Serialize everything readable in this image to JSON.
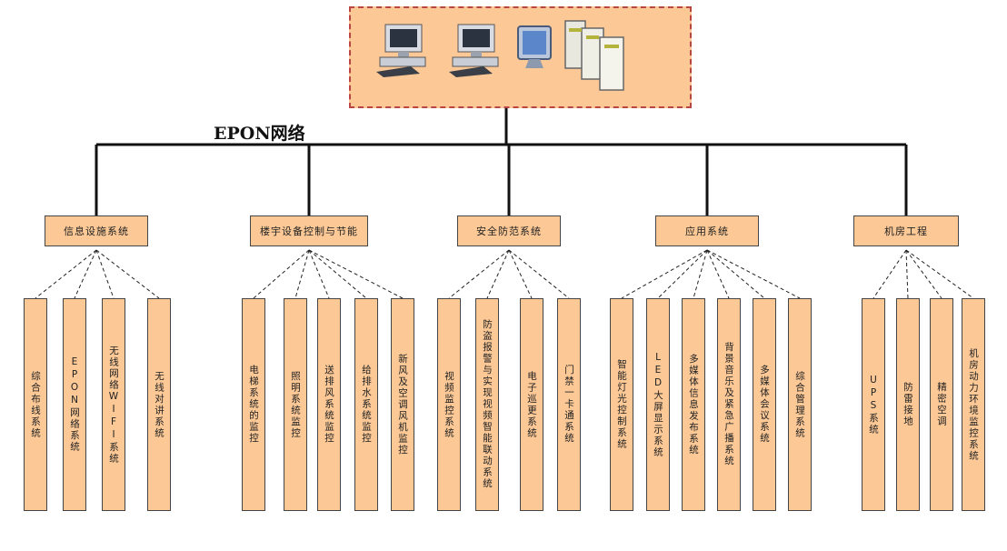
{
  "network_label": "EPON网络",
  "top_icons": [
    "desktop-computer-icon",
    "desktop-computer-icon",
    "monitor-icon",
    "server-rack-icon"
  ],
  "colors": {
    "box_fill": "#fbc896",
    "top_border": "#b44444",
    "line": "#111111"
  },
  "groups": [
    {
      "title": "信息设施系统",
      "items": [
        "综合布线系统",
        "EPON网络系统",
        "无线网络WIFI系统",
        "无线对讲系统"
      ]
    },
    {
      "title": "楼宇设备控制与节能",
      "items": [
        "电梯系统的监控",
        "照明系统监控",
        "送排风系统监控",
        "给排水系统监控",
        "新风及空调风机监控"
      ]
    },
    {
      "title": "安全防范系统",
      "items": [
        "视频监控系统",
        "防盗报警与实现视频智能联动系统",
        "电子巡更系统",
        "门禁一卡通系统"
      ]
    },
    {
      "title": "应用系统",
      "items": [
        "智能灯光控制系统",
        "LED大屏显示系统",
        "多媒体信息发布系统",
        "背景音乐及紧急广播系统",
        "多媒体会议系统",
        "综合管理系统"
      ]
    },
    {
      "title": "机房工程",
      "items": [
        "UPS系统",
        "防雷接地",
        "精密空调",
        "机房动力环境监控系统"
      ]
    }
  ]
}
